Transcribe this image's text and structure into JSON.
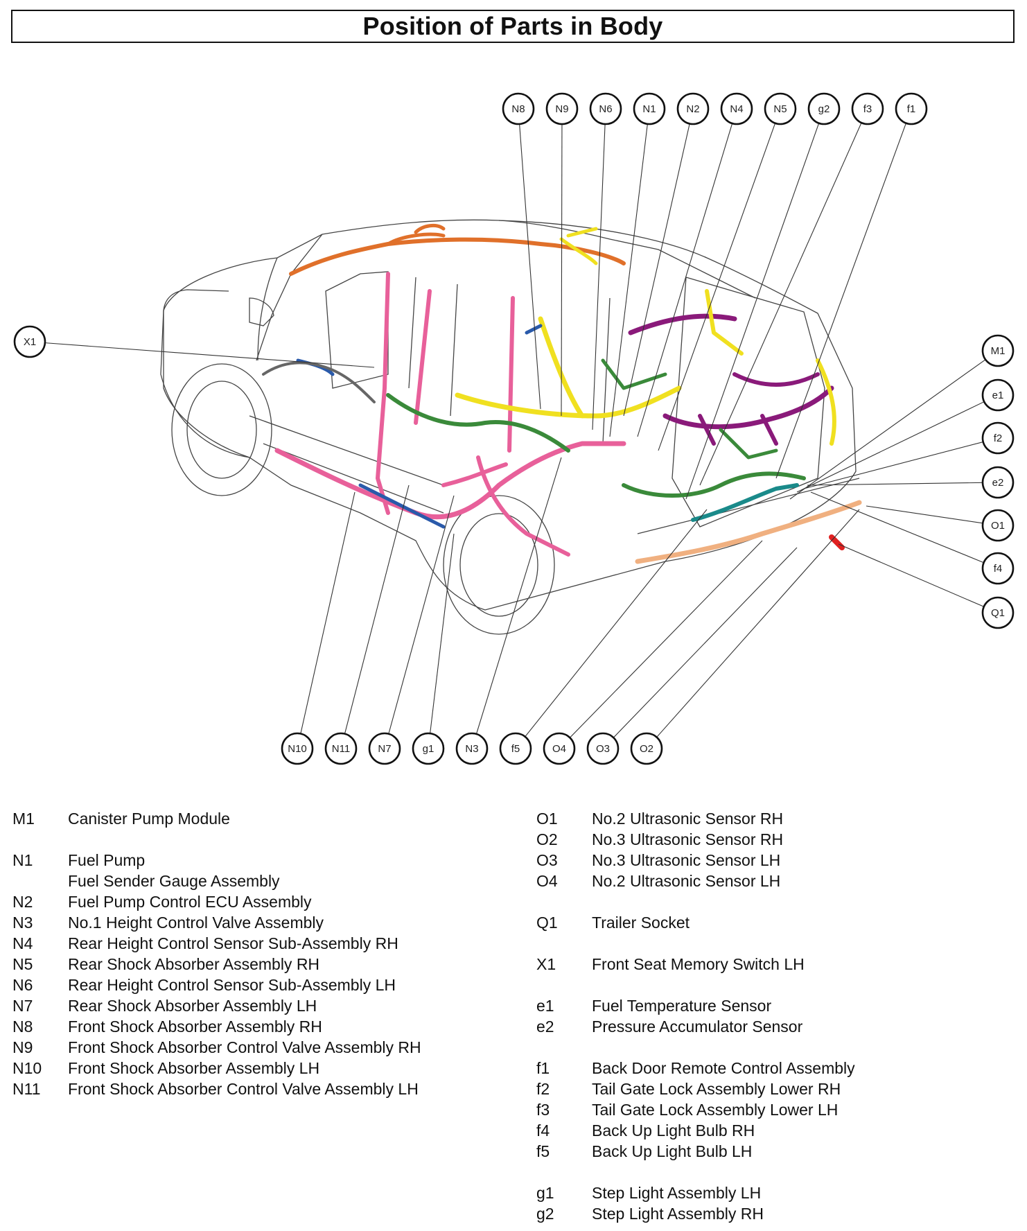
{
  "title": "Position of Parts in Body",
  "callouts": [
    {
      "id": "N8",
      "label": "N8"
    },
    {
      "id": "N9",
      "label": "N9"
    },
    {
      "id": "N6",
      "label": "N6"
    },
    {
      "id": "N1",
      "label": "N1"
    },
    {
      "id": "N2",
      "label": "N2"
    },
    {
      "id": "N4",
      "label": "N4"
    },
    {
      "id": "N5",
      "label": "N5"
    },
    {
      "id": "g2",
      "label": "g2"
    },
    {
      "id": "f3",
      "label": "f3"
    },
    {
      "id": "f1",
      "label": "f1"
    },
    {
      "id": "X1",
      "label": "X1"
    },
    {
      "id": "M1",
      "label": "M1"
    },
    {
      "id": "e1",
      "label": "e1"
    },
    {
      "id": "f2",
      "label": "f2"
    },
    {
      "id": "e2",
      "label": "e2"
    },
    {
      "id": "O1",
      "label": "O1"
    },
    {
      "id": "f4",
      "label": "f4"
    },
    {
      "id": "Q1",
      "label": "Q1"
    },
    {
      "id": "N10",
      "label": "N10"
    },
    {
      "id": "N11",
      "label": "N11"
    },
    {
      "id": "N7",
      "label": "N7"
    },
    {
      "id": "g1",
      "label": "g1"
    },
    {
      "id": "N3",
      "label": "N3"
    },
    {
      "id": "f5",
      "label": "f5"
    },
    {
      "id": "O4",
      "label": "O4"
    },
    {
      "id": "O3",
      "label": "O3"
    },
    {
      "id": "O2",
      "label": "O2"
    }
  ],
  "legend_left": [
    {
      "code": "M1",
      "name": "Canister Pump Module"
    },
    {
      "gap": true
    },
    {
      "code": "N1",
      "name": "Fuel Pump"
    },
    {
      "code": "",
      "name": "Fuel Sender Gauge Assembly"
    },
    {
      "code": "N2",
      "name": "Fuel Pump Control ECU Assembly"
    },
    {
      "code": "N3",
      "name": "No.1 Height Control Valve Assembly"
    },
    {
      "code": "N4",
      "name": "Rear Height Control Sensor Sub-Assembly RH"
    },
    {
      "code": "N5",
      "name": "Rear Shock Absorber Assembly RH"
    },
    {
      "code": "N6",
      "name": "Rear Height Control Sensor Sub-Assembly LH"
    },
    {
      "code": "N7",
      "name": "Rear Shock Absorber Assembly LH"
    },
    {
      "code": "N8",
      "name": "Front Shock Absorber Assembly RH"
    },
    {
      "code": "N9",
      "name": "Front Shock Absorber Control Valve Assembly RH"
    },
    {
      "code": "N10",
      "name": "Front Shock Absorber Assembly LH"
    },
    {
      "code": "N11",
      "name": "Front Shock Absorber Control Valve Assembly LH"
    }
  ],
  "legend_right": [
    {
      "code": "O1",
      "name": "No.2 Ultrasonic Sensor RH"
    },
    {
      "code": "O2",
      "name": "No.3 Ultrasonic Sensor RH"
    },
    {
      "code": "O3",
      "name": "No.3 Ultrasonic Sensor LH"
    },
    {
      "code": "O4",
      "name": "No.2 Ultrasonic Sensor LH"
    },
    {
      "gap": true
    },
    {
      "code": "Q1",
      "name": "Trailer Socket"
    },
    {
      "gap": true
    },
    {
      "code": "X1",
      "name": "Front Seat Memory Switch LH"
    },
    {
      "gap": true
    },
    {
      "code": "e1",
      "name": "Fuel Temperature Sensor"
    },
    {
      "code": "e2",
      "name": "Pressure Accumulator Sensor"
    },
    {
      "gap": true
    },
    {
      "code": "f1",
      "name": "Back Door Remote Control Assembly"
    },
    {
      "code": "f2",
      "name": "Tail Gate Lock Assembly Lower RH"
    },
    {
      "code": "f3",
      "name": "Tail Gate Lock Assembly Lower LH"
    },
    {
      "code": "f4",
      "name": "Back Up Light Bulb RH"
    },
    {
      "code": "f5",
      "name": "Back Up Light Bulb LH"
    },
    {
      "gap": true
    },
    {
      "code": "g1",
      "name": "Step Light Assembly LH"
    },
    {
      "code": "g2",
      "name": "Step Light Assembly RH"
    }
  ],
  "harness_colors": {
    "orange": "#e0702a",
    "yellow": "#f0e020",
    "pink": "#e8609a",
    "green": "#3a8a3a",
    "purple": "#8a1a7a",
    "blue": "#2a5aaa",
    "teal": "#1a8a8a",
    "peach": "#f0b080",
    "red": "#e02020"
  }
}
